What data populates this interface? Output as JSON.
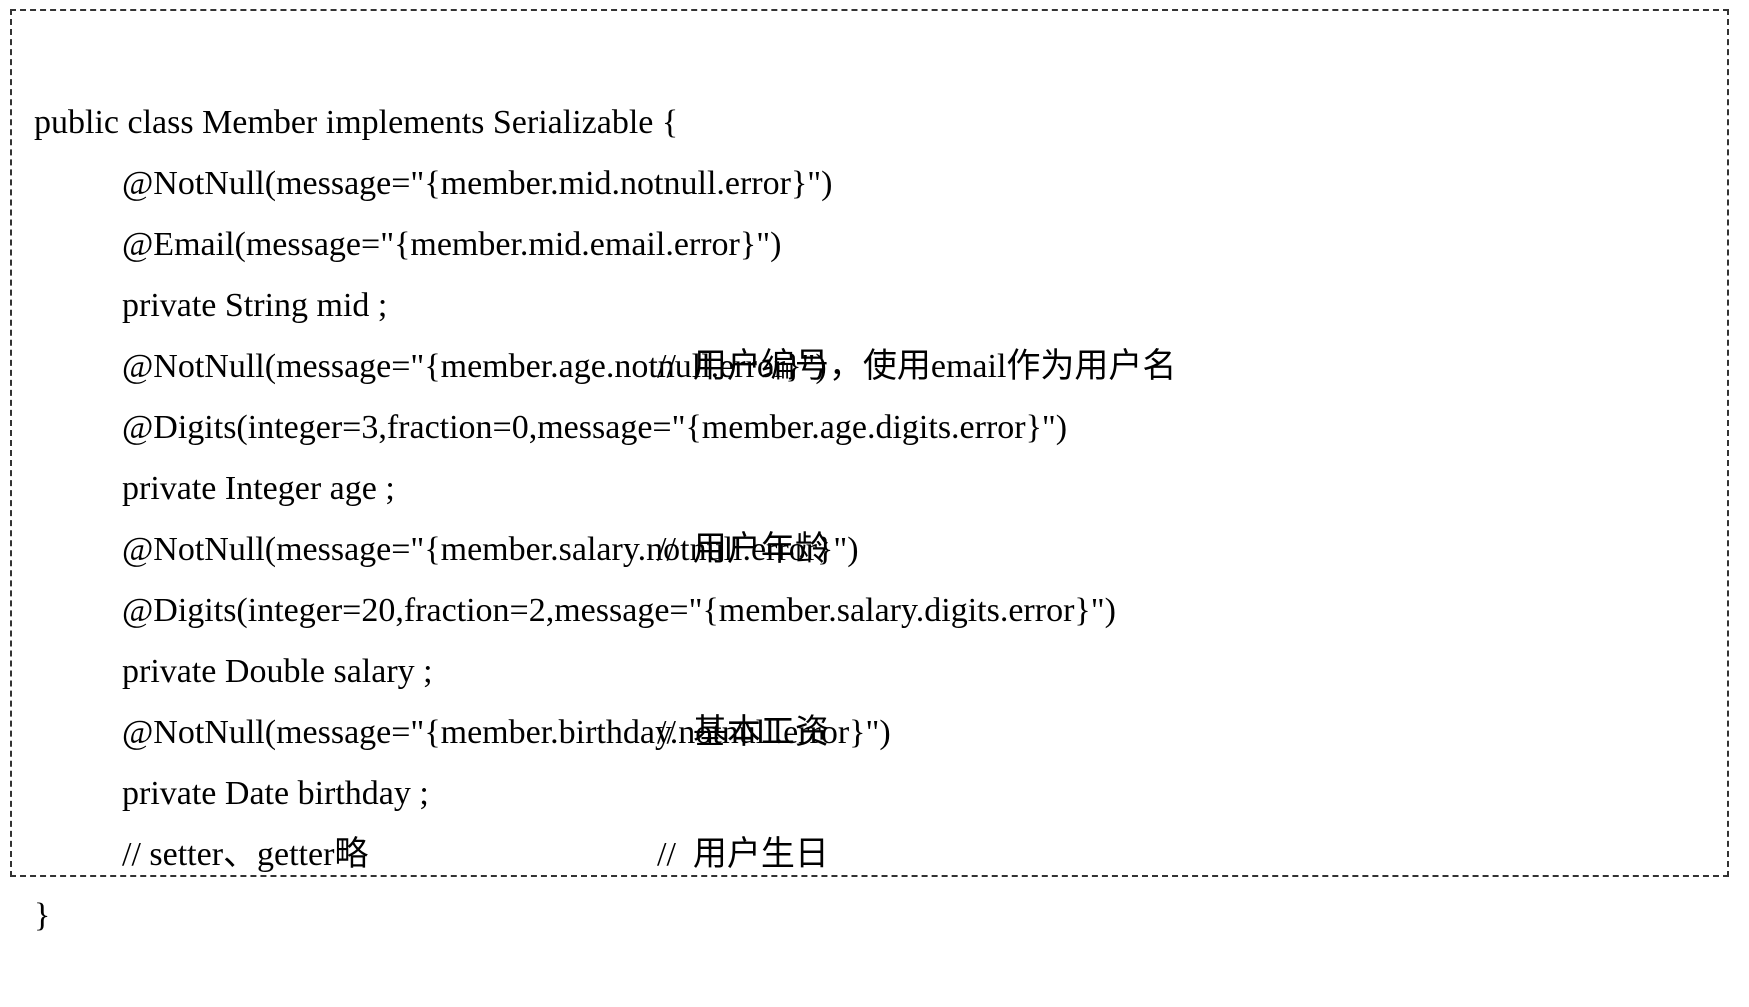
{
  "code": {
    "lines": [
      {
        "text": "public class Member implements Serializable {",
        "comment": ""
      },
      {
        "text": "@NotNull(message=\"{member.mid.notnull.error}\")",
        "comment": ""
      },
      {
        "text": "@Email(message=\"{member.mid.email.error}\")",
        "comment": ""
      },
      {
        "text": "private String mid ;",
        "comment": "//  用户编号，使用email作为用户名"
      },
      {
        "text": "@NotNull(message=\"{member.age.notnull.error}\")",
        "comment": ""
      },
      {
        "text": "@Digits(integer=3,fraction=0,message=\"{member.age.digits.error}\")",
        "comment": ""
      },
      {
        "text": "private Integer age ;",
        "comment": "//  用户年龄"
      },
      {
        "text": "@NotNull(message=\"{member.salary.notnull.error}\")",
        "comment": ""
      },
      {
        "text": "@Digits(integer=20,fraction=2,message=\"{member.salary.digits.error}\")",
        "comment": ""
      },
      {
        "text": "private Double salary ;",
        "comment": "//  基本工资"
      },
      {
        "text": "@NotNull(message=\"{member.birthday.notnull.error}\")",
        "comment": ""
      },
      {
        "text": "private Date birthday ;",
        "comment": "//  用户生日"
      },
      {
        "text": "// setter、getter略",
        "comment": ""
      },
      {
        "text": "}",
        "comment": ""
      }
    ]
  }
}
